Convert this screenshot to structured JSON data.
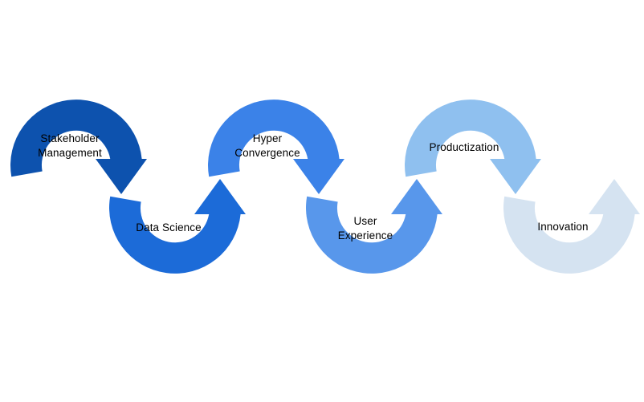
{
  "diagram": {
    "type": "process-flow-wave",
    "background_color": "#ffffff",
    "text_color": "#000000",
    "steps": [
      {
        "label": "Stakeholder Management",
        "lines": [
          "Stakeholder",
          "Management"
        ],
        "color": "#0d52ae",
        "position": "top"
      },
      {
        "label": "Data Science",
        "lines": [
          "Data Science"
        ],
        "color": "#1c6bd8",
        "position": "bottom"
      },
      {
        "label": "Hyper Convergence",
        "lines": [
          "Hyper",
          "Convergence"
        ],
        "color": "#3b82e8",
        "position": "top"
      },
      {
        "label": "User Experience",
        "lines": [
          "User",
          "Experience"
        ],
        "color": "#5897eb",
        "position": "bottom"
      },
      {
        "label": "Productization",
        "lines": [
          "Productization"
        ],
        "color": "#8fc0ef",
        "position": "top"
      },
      {
        "label": "Innovation",
        "lines": [
          "Innovation"
        ],
        "color": "#d5e3f1",
        "position": "bottom"
      }
    ]
  }
}
